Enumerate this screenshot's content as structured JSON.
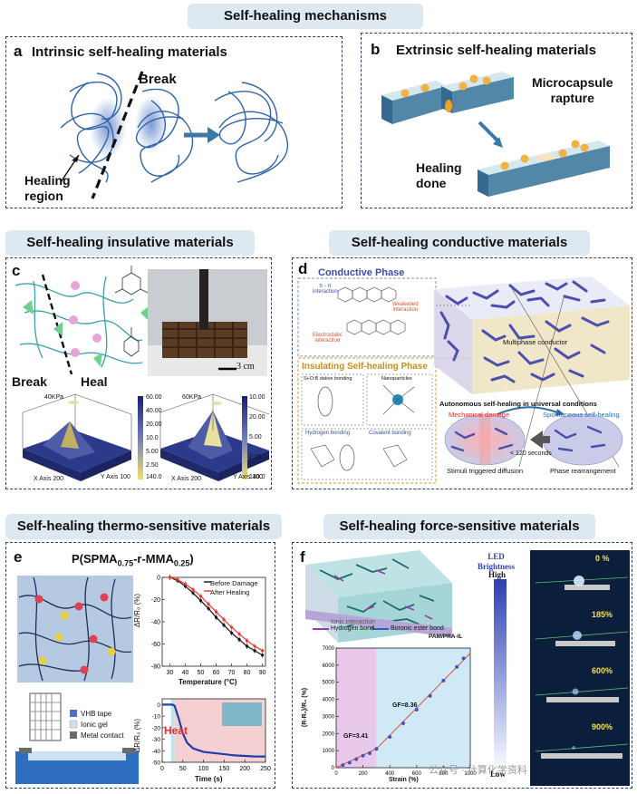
{
  "headers": {
    "mechanisms": "Self-healing mechanisms",
    "insulative": "Self-healing insulative materials",
    "conductive": "Self-healing conductive materials",
    "thermo": "Self-healing thermo-sensitive materials",
    "force": "Self-healing force-sensitive materials"
  },
  "panel_a": {
    "label": "a",
    "title": "Intrinsic self-healing materials",
    "break": "Break",
    "healing_region": "Healing\nregion"
  },
  "panel_b": {
    "label": "b",
    "title": "Extrinsic self-healing materials",
    "microcapsule": "Microcapsule\nrapture",
    "healing_done": "Healing\ndone"
  },
  "panel_c": {
    "label": "c",
    "break": "Break",
    "heal": "Heal",
    "scale": "3 cm",
    "map1_label": "40KPa",
    "map2_label": "60KPa",
    "cb1_ticks": [
      "60.00",
      "40.00",
      "20.00",
      "10.0",
      "5.00",
      "2.50",
      "140.0"
    ],
    "cb2_ticks": [
      "10.00",
      "20.00",
      "5.00",
      "2.50",
      "140.0"
    ],
    "axis_x": "X Axis 200",
    "axis_y": "Y Axis 100"
  },
  "panel_d": {
    "label": "d",
    "conductive_phase": "Conductive Phase",
    "pi_interaction": "π - π\ninteraction",
    "weakened": "Weakened\ninteraction",
    "electrostatic": "Electrostatic\ninteraction",
    "insulating_phase": "Insulating Self-healing Phase",
    "sio_bond": "Si-O:B dative bonding",
    "nanoparticles": "Nanoparticles",
    "hydrogen": "Hydrogen bonding",
    "covalent": "Covalent bonding",
    "multiphase": "Multiphase conductor",
    "autonomous": "Autonomous self-healing in universal conditions",
    "mechanical": "Mechanical damage",
    "spontaneous": "Spontaneous self-healing",
    "time": "< 120 seconds",
    "stimuli": "Stimuli triggered diffusion",
    "rearrangement": "Phase rearrangement"
  },
  "panel_e": {
    "label": "e",
    "formula_pre": "P(SPMA",
    "formula_sub1": "0.75",
    "formula_mid": "-r-MMA",
    "formula_sub2": "0.25",
    "formula_end": ")",
    "legend_before": "Before Damage",
    "legend_after": "After Healing",
    "xlabel": "Temperature (°C)",
    "ylabel": "ΔR/R₀ (%)",
    "heat": "Heat",
    "xlabel2": "Time (s)",
    "ylabel2": "ΔR/R₀ (%)",
    "vhb": "VHB tape",
    "ionic": "Ionic gel",
    "metal": "Metal contact"
  },
  "panel_f": {
    "label": "f",
    "led": "LED\nBrightness",
    "high": "High",
    "low": "Low",
    "pam": "PAM/PRA-IL",
    "ionic_interaction": "Ionic interaction",
    "hydrogen_bond": "Hydrogen bond",
    "boronic": "Boronic ester bond",
    "gf1": "GF=3.41",
    "gf2": "GF=8.36",
    "xlabel": "Strain (%)",
    "ylabel": "(R-R₀)/R₀ (%)",
    "strains": [
      "0 %",
      "185%",
      "600%",
      "900%"
    ],
    "watermark": "公众号 · 计算化学资料"
  },
  "chart_data": [
    {
      "type": "line",
      "xlabel": "Temperature (°C)",
      "ylabel": "ΔR/R₀ (%)",
      "x": [
        30,
        35,
        40,
        45,
        50,
        55,
        60,
        65,
        70,
        75,
        80,
        85,
        90
      ],
      "xlim": [
        25,
        92
      ],
      "ylim": [
        -80,
        0
      ],
      "xticks": [
        30,
        40,
        50,
        60,
        70,
        80,
        90
      ],
      "yticks": [
        0,
        -20,
        -40,
        -60,
        -80
      ],
      "series": [
        {
          "name": "Before Damage",
          "color": "#111111",
          "values": [
            0,
            -3,
            -8,
            -14,
            -21,
            -28,
            -36,
            -43,
            -50,
            -56,
            -62,
            -66,
            -70
          ]
        },
        {
          "name": "After Healing",
          "color": "#e53935",
          "values": [
            0,
            -2,
            -6,
            -11,
            -17,
            -24,
            -31,
            -38,
            -45,
            -51,
            -57,
            -62,
            -66
          ]
        }
      ]
    },
    {
      "type": "line",
      "xlabel": "Time (s)",
      "ylabel": "ΔR/R₀ (%)",
      "x": [
        0,
        10,
        20,
        25,
        30,
        40,
        50,
        60,
        75,
        100,
        125,
        150,
        175,
        200,
        225,
        250
      ],
      "xlim": [
        0,
        250
      ],
      "ylim": [
        -50,
        5
      ],
      "xticks": [
        0,
        50,
        100,
        150,
        200,
        250
      ],
      "yticks": [
        0,
        -10,
        -20,
        -30,
        -40,
        -50
      ],
      "heat_start": 30,
      "series": [
        {
          "name": "",
          "color": "#1e3fa8",
          "values": [
            0,
            0,
            0,
            0,
            -1,
            -12,
            -25,
            -33,
            -38,
            -41,
            -42,
            -43,
            -44,
            -44.5,
            -45,
            -45
          ]
        }
      ]
    },
    {
      "type": "scatter",
      "xlabel": "Strain (%)",
      "ylabel": "(R-R₀)/R₀ (%)",
      "xlim": [
        0,
        1000
      ],
      "ylim": [
        0,
        7000
      ],
      "xticks": [
        0,
        200,
        400,
        600,
        800,
        1000
      ],
      "yticks": [
        0,
        1000,
        2000,
        3000,
        4000,
        5000,
        6000,
        7000
      ],
      "x": [
        50,
        100,
        150,
        200,
        250,
        300,
        400,
        500,
        600,
        700,
        800,
        900,
        950
      ],
      "values": [
        150,
        300,
        500,
        700,
        850,
        1100,
        1800,
        2600,
        3400,
        4200,
        5100,
        5900,
        6400
      ],
      "fit": [
        [
          0,
          0
        ],
        [
          300,
          1100
        ],
        [
          1000,
          6700
        ]
      ]
    }
  ]
}
